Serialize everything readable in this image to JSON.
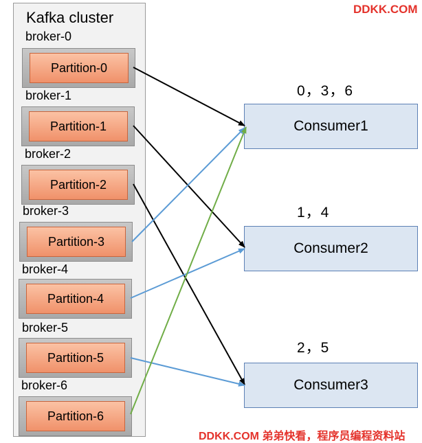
{
  "cluster": {
    "title": "Kafka cluster"
  },
  "brokers": [
    {
      "label": "broker-0",
      "partition": "Partition-0"
    },
    {
      "label": "broker-1",
      "partition": "Partition-1"
    },
    {
      "label": "broker-2",
      "partition": "Partition-2"
    },
    {
      "label": "broker-3",
      "partition": "Partition-3"
    },
    {
      "label": "broker-4",
      "partition": "Partition-4"
    },
    {
      "label": "broker-5",
      "partition": "Partition-5"
    },
    {
      "label": "broker-6",
      "partition": "Partition-6"
    }
  ],
  "consumers": [
    {
      "label": "Consumer1",
      "assignment": "0，3，6"
    },
    {
      "label": "Consumer2",
      "assignment": "1，4"
    },
    {
      "label": "Consumer3",
      "assignment": "2，5"
    }
  ],
  "branding": {
    "top": "DDKK.COM",
    "bottom": "DDKK.COM 弟弟快看，程序员编程资料站"
  },
  "colors": {
    "black_arrow": "#000000",
    "blue_arrow": "#5b9bd5",
    "green_arrow": "#70ad47"
  }
}
